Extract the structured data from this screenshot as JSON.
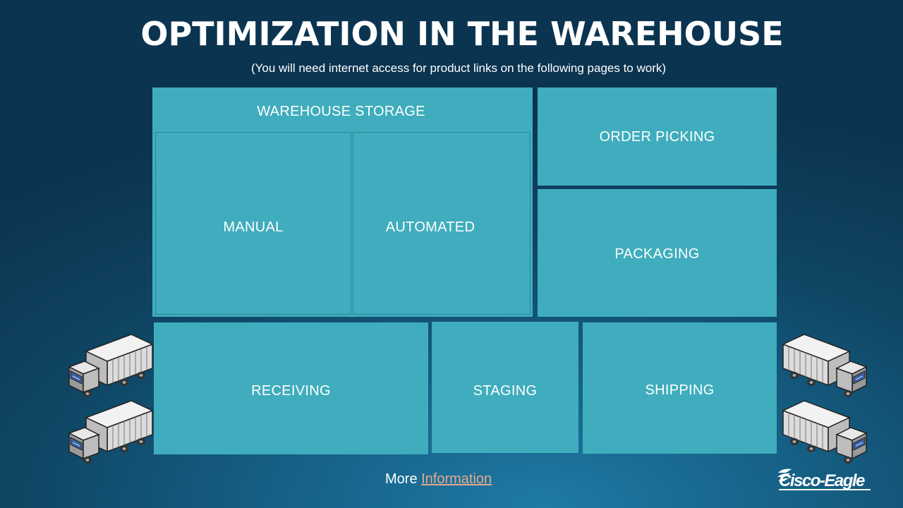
{
  "title": "OPTIMIZATION IN THE WAREHOUSE",
  "subtitle": "(You will need internet access for product links on the following pages to work)",
  "blocks": {
    "warehouse_storage": "WAREHOUSE STORAGE",
    "manual": "MANUAL",
    "automated": "AUTOMATED",
    "order_picking": "ORDER PICKING",
    "packaging": "PACKAGING",
    "receiving": "RECEIVING",
    "staging": "STAGING",
    "shipping": "SHIPPING"
  },
  "footer": {
    "prefix": "More ",
    "link": "Information"
  },
  "logo": {
    "text": "Cisco-Eagle"
  },
  "icons": [
    "truck-icon",
    "cisco-eagle-logo"
  ],
  "colors": {
    "block": "#3fadbd",
    "link": "#e6a98f",
    "background": "#0f4563"
  }
}
